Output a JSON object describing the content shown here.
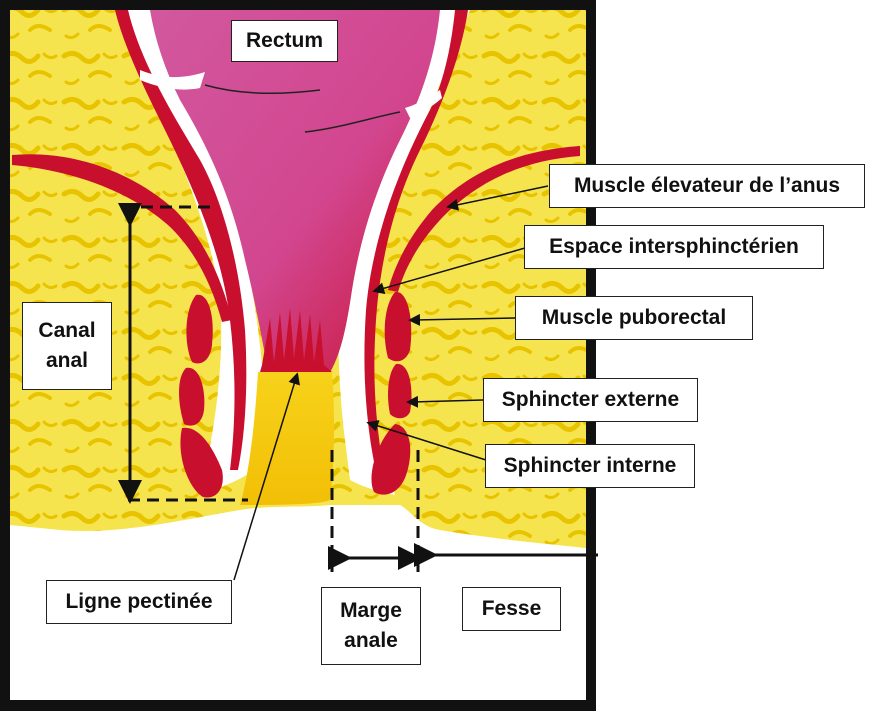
{
  "labels": {
    "rectum": "Rectum",
    "levator": "Muscle élevateur de l’anus",
    "intersphincteric": "Espace intersphinctérien",
    "puborectal": "Muscle puborectal",
    "external_sphincter": "Sphincter externe",
    "internal_sphincter": "Sphincter interne",
    "anal_canal": "Canal\nanal",
    "pectinate_line": "Ligne pectinée",
    "anal_margin": "Marge\nanale",
    "buttock": "Fesse"
  },
  "colors": {
    "fat_yellow": "#f5e24a",
    "fat_pattern": "#e9c400",
    "rectum_pink": "#d2468f",
    "muscle_red": "#c8102e",
    "canal_yellow": "#f2c40c",
    "frame": "#111111",
    "white_space": "#ffffff"
  }
}
